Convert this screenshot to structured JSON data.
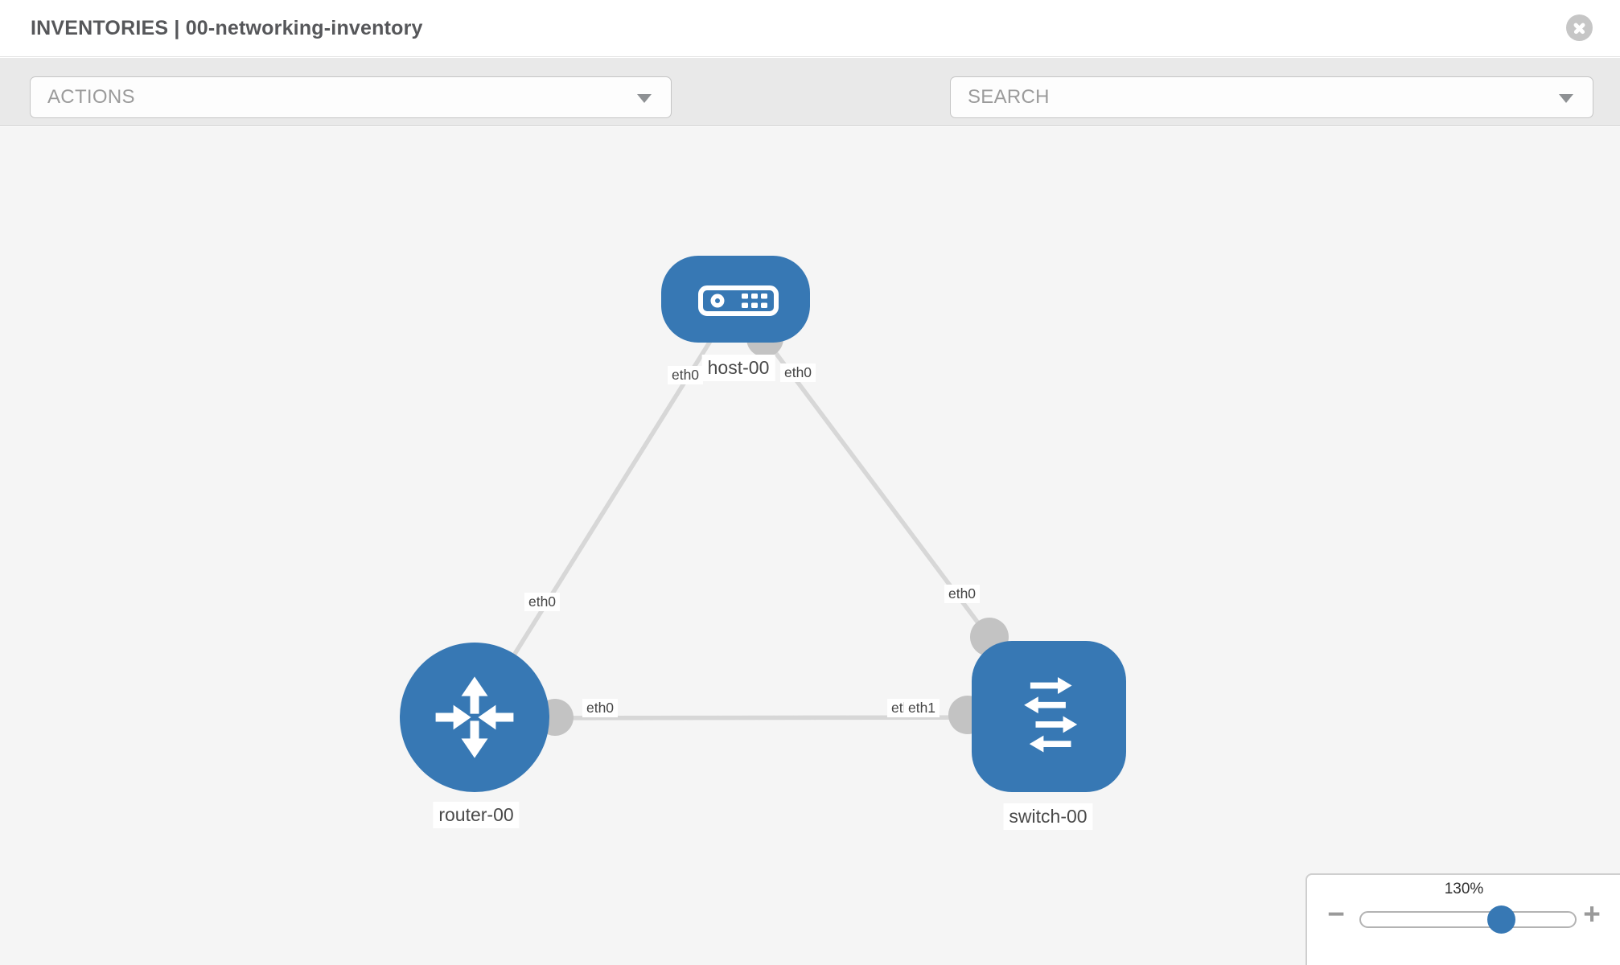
{
  "header": {
    "title": "INVENTORIES | 00-networking-inventory",
    "close_icon": "close-circle-icon"
  },
  "toolbar": {
    "actions_label": "ACTIONS",
    "search_label": "SEARCH",
    "icons": [
      "wrench-icon",
      "key-icon"
    ]
  },
  "canvas": {
    "nodes": [
      {
        "id": "host-00",
        "label": "host-00",
        "type": "host",
        "icon": "server-icon"
      },
      {
        "id": "router-00",
        "label": "router-00",
        "type": "router",
        "icon": "router-arrows-icon"
      },
      {
        "id": "switch-00",
        "label": "switch-00",
        "type": "switch",
        "icon": "switch-arrows-icon"
      }
    ],
    "links": [
      {
        "source": "router-00",
        "target": "host-00",
        "source_interface": "eth0",
        "target_interface": "eth0"
      },
      {
        "source": "switch-00",
        "target": "host-00",
        "source_interface": "eth0",
        "target_interface": "eth0"
      },
      {
        "source": "router-00",
        "target": "switch-00",
        "source_interface": "eth0",
        "target_interface": "eth1"
      }
    ],
    "overlapped_labels": [
      "eth0",
      "eth1"
    ]
  },
  "zoom_widget": {
    "level": "130%",
    "zoom_out_glyph": "−",
    "zoom_in_glyph": "+"
  },
  "colors": {
    "node_blue": "#3778b4",
    "edge_gray": "#d7d7d7",
    "connector_gray": "#c3c3c3",
    "toolbar_bg": "#e9e9e9",
    "canvas_bg": "#f5f5f5"
  }
}
